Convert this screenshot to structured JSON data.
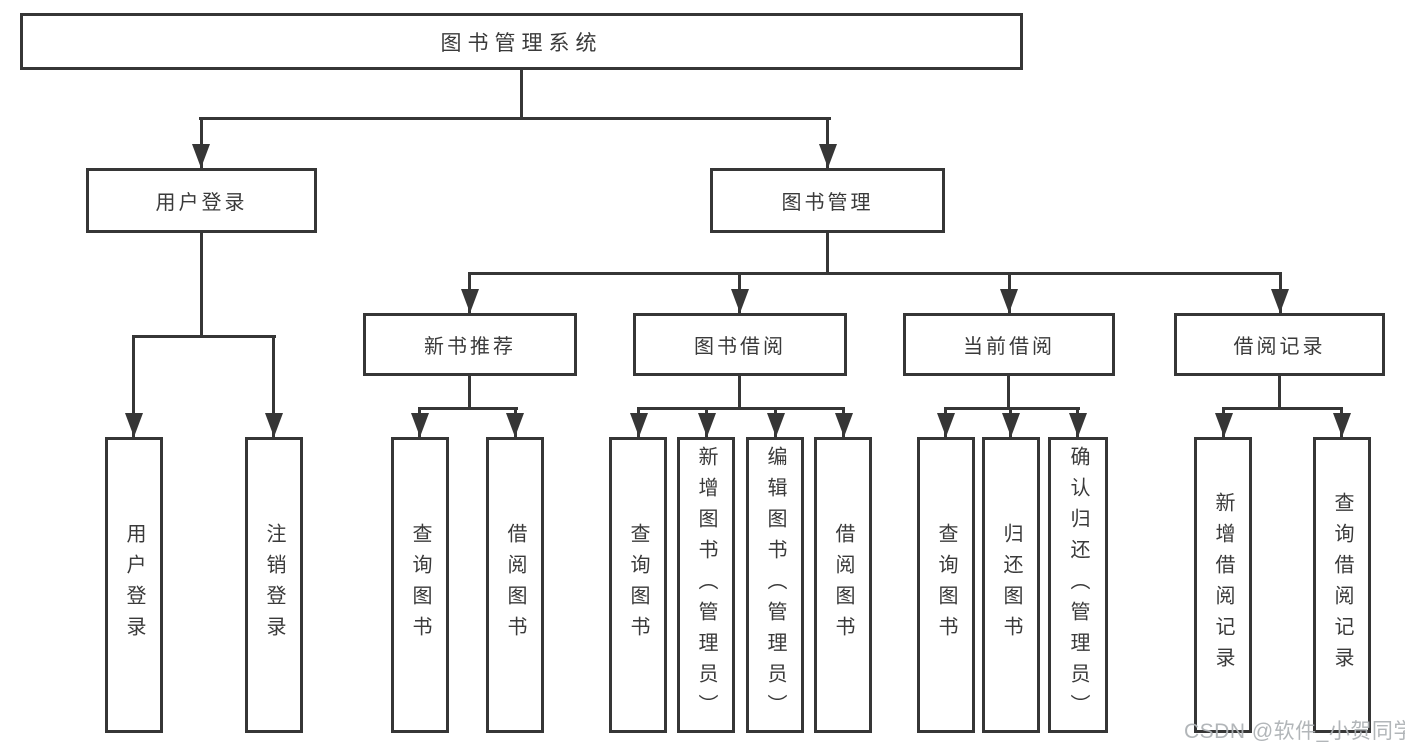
{
  "diagram_title": "图书管理系统",
  "nodes": {
    "root": "图书管理系统",
    "user_login": "用户登录",
    "book_mgmt": "图书管理",
    "new_book_rec": "新书推荐",
    "book_borrow": "图书借阅",
    "current_borrow": "当前借阅",
    "borrow_records": "借阅记录",
    "ul_user_login": "用户登录",
    "ul_logout": "注销登录",
    "nb_query_book": "查询图书",
    "nb_borrow_book": "借阅图书",
    "bb_query_book": "查询图书",
    "bb_add_book": "新增图书（管理员）",
    "bb_edit_book": "编辑图书（管理员）",
    "bb_borrow_book": "借阅图书",
    "cb_query_book": "查询图书",
    "cb_return_book": "归还图书",
    "cb_confirm_return": "确认归还（管理员）",
    "br_add_record": "新增借阅记录",
    "br_query_record": "查询借阅记录"
  },
  "structure": {
    "图书管理系统": [
      "用户登录",
      "图书管理"
    ],
    "用户登录": [
      "用户登录",
      "注销登录"
    ],
    "图书管理": [
      "新书推荐",
      "图书借阅",
      "当前借阅",
      "借阅记录"
    ],
    "新书推荐": [
      "查询图书",
      "借阅图书"
    ],
    "图书借阅": [
      "查询图书",
      "新增图书（管理员）",
      "编辑图书（管理员）",
      "借阅图书"
    ],
    "当前借阅": [
      "查询图书",
      "归还图书",
      "确认归还（管理员）"
    ],
    "借阅记录": [
      "新增借阅记录",
      "查询借阅记录"
    ]
  },
  "watermark": "CSDN @软件_小贺同学",
  "colors": {
    "line": "#363636",
    "text": "#3a3a3a",
    "background": "#ffffff",
    "watermark": "#aeb2b5"
  }
}
